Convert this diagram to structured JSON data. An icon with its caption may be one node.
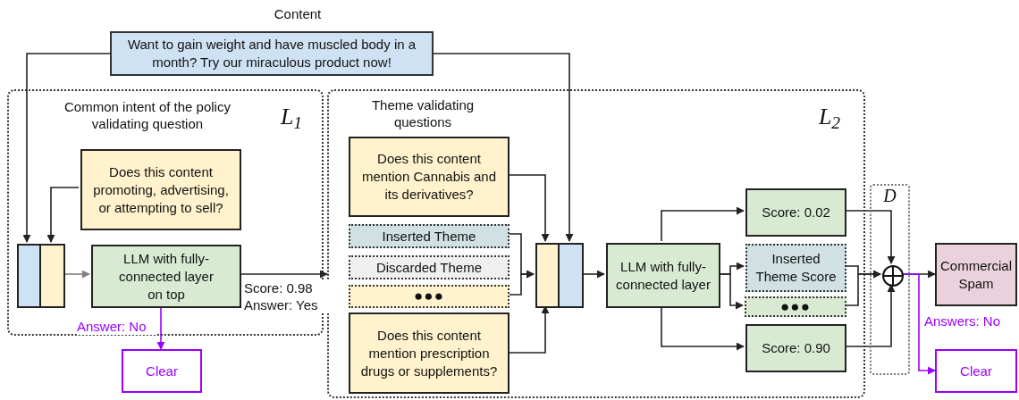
{
  "diagram": {
    "nodes": [
      {
        "text": [
          "Want to gain weight and have muscled body in a month? Try our miraculous product now!"
        ],
        "beside": [
          "Content"
        ]
      },
      {
        "text": [
          "Common intent of the policy validating question",
          "L$_{1}$"
        ]
      },
      {
        "text": [
          "Does this content promoting, advertising, or attempting to sell?"
        ],
        "in": 1
      },
      {
        "text": [],
        "shape": "box",
        "in": 1
      },
      {
        "text": [],
        "shape": "box",
        "in": 1
      },
      {
        "text": [
          "LLM with fully-connected layer on top"
        ],
        "in": 1
      },
      {
        "text": [
          "Clear"
        ]
      },
      {
        "text": [
          "Theme validating questions",
          "L$_{2}$"
        ]
      },
      {
        "text": [
          "Does this content mention Cannabis and its derivatives?"
        ],
        "in": 7
      },
      {
        "text": [
          "Inserted Theme"
        ],
        "in": 7
      },
      {
        "text": [
          "Discarded Theme"
        ],
        "in": 7
      },
      {
        "text": [
          "●●●"
        ],
        "in": 7
      },
      {
        "text": [
          "Does this content mention prescription drugs or supplements?"
        ],
        "in": 7
      },
      {
        "text": [],
        "shape": "box",
        "in": 7
      },
      {
        "text": [],
        "shape": "box",
        "in": 7
      },
      {
        "text": [
          "LLM with fully-connected layer"
        ],
        "in": 7
      },
      {
        "text": [
          "Score: 0.02"
        ],
        "in": 7
      },
      {
        "text": [
          "Inserted Theme Score"
        ],
        "in": 7
      },
      {
        "text": [
          "●●●"
        ],
        "in": 7
      },
      {
        "text": [
          "Score: 0.90"
        ],
        "in": 7
      },
      {
        "text": [
          "D"
        ]
      },
      {
        "text": [],
        "shape": "circle",
        "in": 20
      },
      {
        "text": [
          "Commercial Spam"
        ]
      },
      {
        "text": [
          "Clear"
        ]
      }
    ],
    "edges": [
      {
        "from": 0,
        "to": 3,
        "arrow": "to"
      },
      {
        "from": 0,
        "to": 14,
        "arrow": "to"
      },
      {
        "from": 2,
        "to": 4,
        "arrow": "to"
      },
      {
        "from": 4,
        "to": 5,
        "arrow": "to",
        "color": "#808080"
      },
      {
        "from": 5,
        "to": 6,
        "arrow": "to",
        "label": "Answer: No",
        "color": "#9900ff"
      },
      {
        "from": 5,
        "to": 7,
        "arrow": "to",
        "label": "Score: 0.98 Answer: Yes"
      },
      {
        "from": 8,
        "to": 13,
        "arrow": "to"
      },
      {
        "from": 9,
        "to": 13,
        "arrow": "to"
      },
      {
        "from": 11,
        "to": 13,
        "arrow": "to"
      },
      {
        "from": 12,
        "to": 13,
        "arrow": "to"
      },
      {
        "from": 14,
        "to": 15,
        "arrow": "to"
      },
      {
        "from": 15,
        "to": 16,
        "arrow": "to"
      },
      {
        "from": 15,
        "to": 17,
        "arrow": "to"
      },
      {
        "from": 15,
        "to": 18,
        "arrow": "to"
      },
      {
        "from": 15,
        "to": 19,
        "arrow": "to"
      },
      {
        "from": 16,
        "to": 21,
        "arrow": "to"
      },
      {
        "from": 17,
        "to": 21,
        "arrow": "to"
      },
      {
        "from": 18,
        "to": 21,
        "arrow": "to"
      },
      {
        "from": 19,
        "to": 21,
        "arrow": "to"
      },
      {
        "from": 21,
        "to": 22,
        "arrow": "to"
      },
      {
        "from": 21,
        "to": 23,
        "arrow": "to",
        "label": "Answers: No",
        "color": "#9900ff"
      }
    ]
  }
}
